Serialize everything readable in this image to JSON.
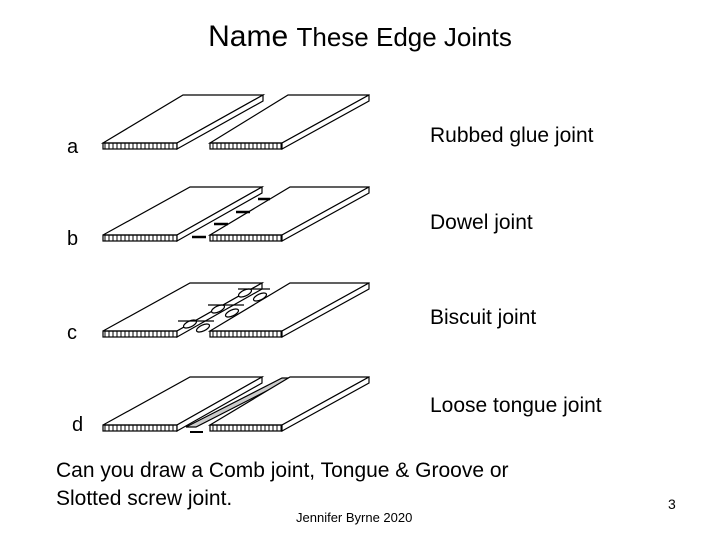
{
  "slide": {
    "title_main": "Name",
    "title_rest": "These Edge Joints",
    "rows": [
      {
        "letter": "a",
        "joint": "Rubbed glue joint"
      },
      {
        "letter": "b",
        "joint": "Dowel joint"
      },
      {
        "letter": "c",
        "joint": "Biscuit joint"
      },
      {
        "letter": "d",
        "joint": "Loose tongue joint"
      }
    ],
    "question_line1": "Can you draw a Comb joint, Tongue & Groove or",
    "question_line2": "Slotted screw joint.",
    "author": "Jennifer Byrne 2020",
    "page_number": "3"
  }
}
